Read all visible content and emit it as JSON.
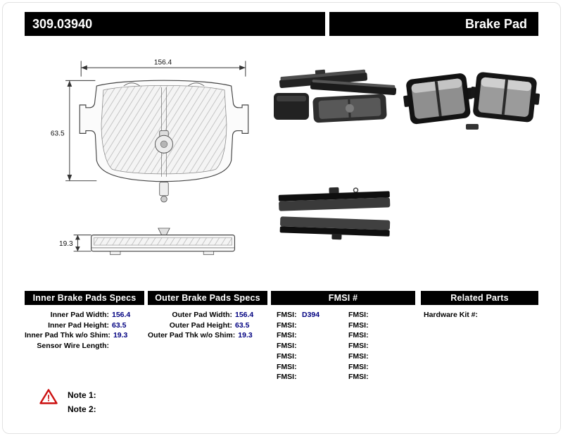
{
  "header": {
    "part_number": "309.03940",
    "product_title": "Brake Pad"
  },
  "diagram": {
    "width": "156.4",
    "height": "63.5",
    "thickness": "19.3"
  },
  "sections": {
    "inner": {
      "title": "Inner Brake Pads Specs",
      "rows": [
        {
          "label": "Inner Pad Width:",
          "value": "156.4"
        },
        {
          "label": "Inner Pad Height:",
          "value": "63.5"
        },
        {
          "label": "Inner Pad Thk w/o Shim:",
          "value": "19.3"
        },
        {
          "label": "Sensor Wire Length:",
          "value": ""
        }
      ]
    },
    "outer": {
      "title": "Outer Brake Pads Specs",
      "rows": [
        {
          "label": "Outer Pad Width:",
          "value": "156.4"
        },
        {
          "label": "Outer Pad Height:",
          "value": "63.5"
        },
        {
          "label": "Outer Pad Thk w/o Shim:",
          "value": "19.3"
        }
      ]
    },
    "fmsi": {
      "title": "FMSI #",
      "rows": [
        {
          "label1": "FMSI:",
          "value1": "D394",
          "label2": "FMSI:",
          "value2": ""
        },
        {
          "label1": "FMSI:",
          "value1": "",
          "label2": "FMSI:",
          "value2": ""
        },
        {
          "label1": "FMSI:",
          "value1": "",
          "label2": "FMSI:",
          "value2": ""
        },
        {
          "label1": "FMSI:",
          "value1": "",
          "label2": "FMSI:",
          "value2": ""
        },
        {
          "label1": "FMSI:",
          "value1": "",
          "label2": "FMSI:",
          "value2": ""
        },
        {
          "label1": "FMSI:",
          "value1": "",
          "label2": "FMSI:",
          "value2": ""
        },
        {
          "label1": "FMSI:",
          "value1": "",
          "label2": "FMSI:",
          "value2": ""
        }
      ]
    },
    "related": {
      "title": "Related Parts",
      "rows": [
        {
          "label": "Hardware Kit #:",
          "value": ""
        }
      ]
    }
  },
  "notes": {
    "warning_glyph": "!",
    "note1": "Note 1:",
    "note2": "Note 2:"
  },
  "colors": {
    "value_text": "#000080",
    "header_bg": "#000000",
    "warning_red": "#cc1111"
  }
}
